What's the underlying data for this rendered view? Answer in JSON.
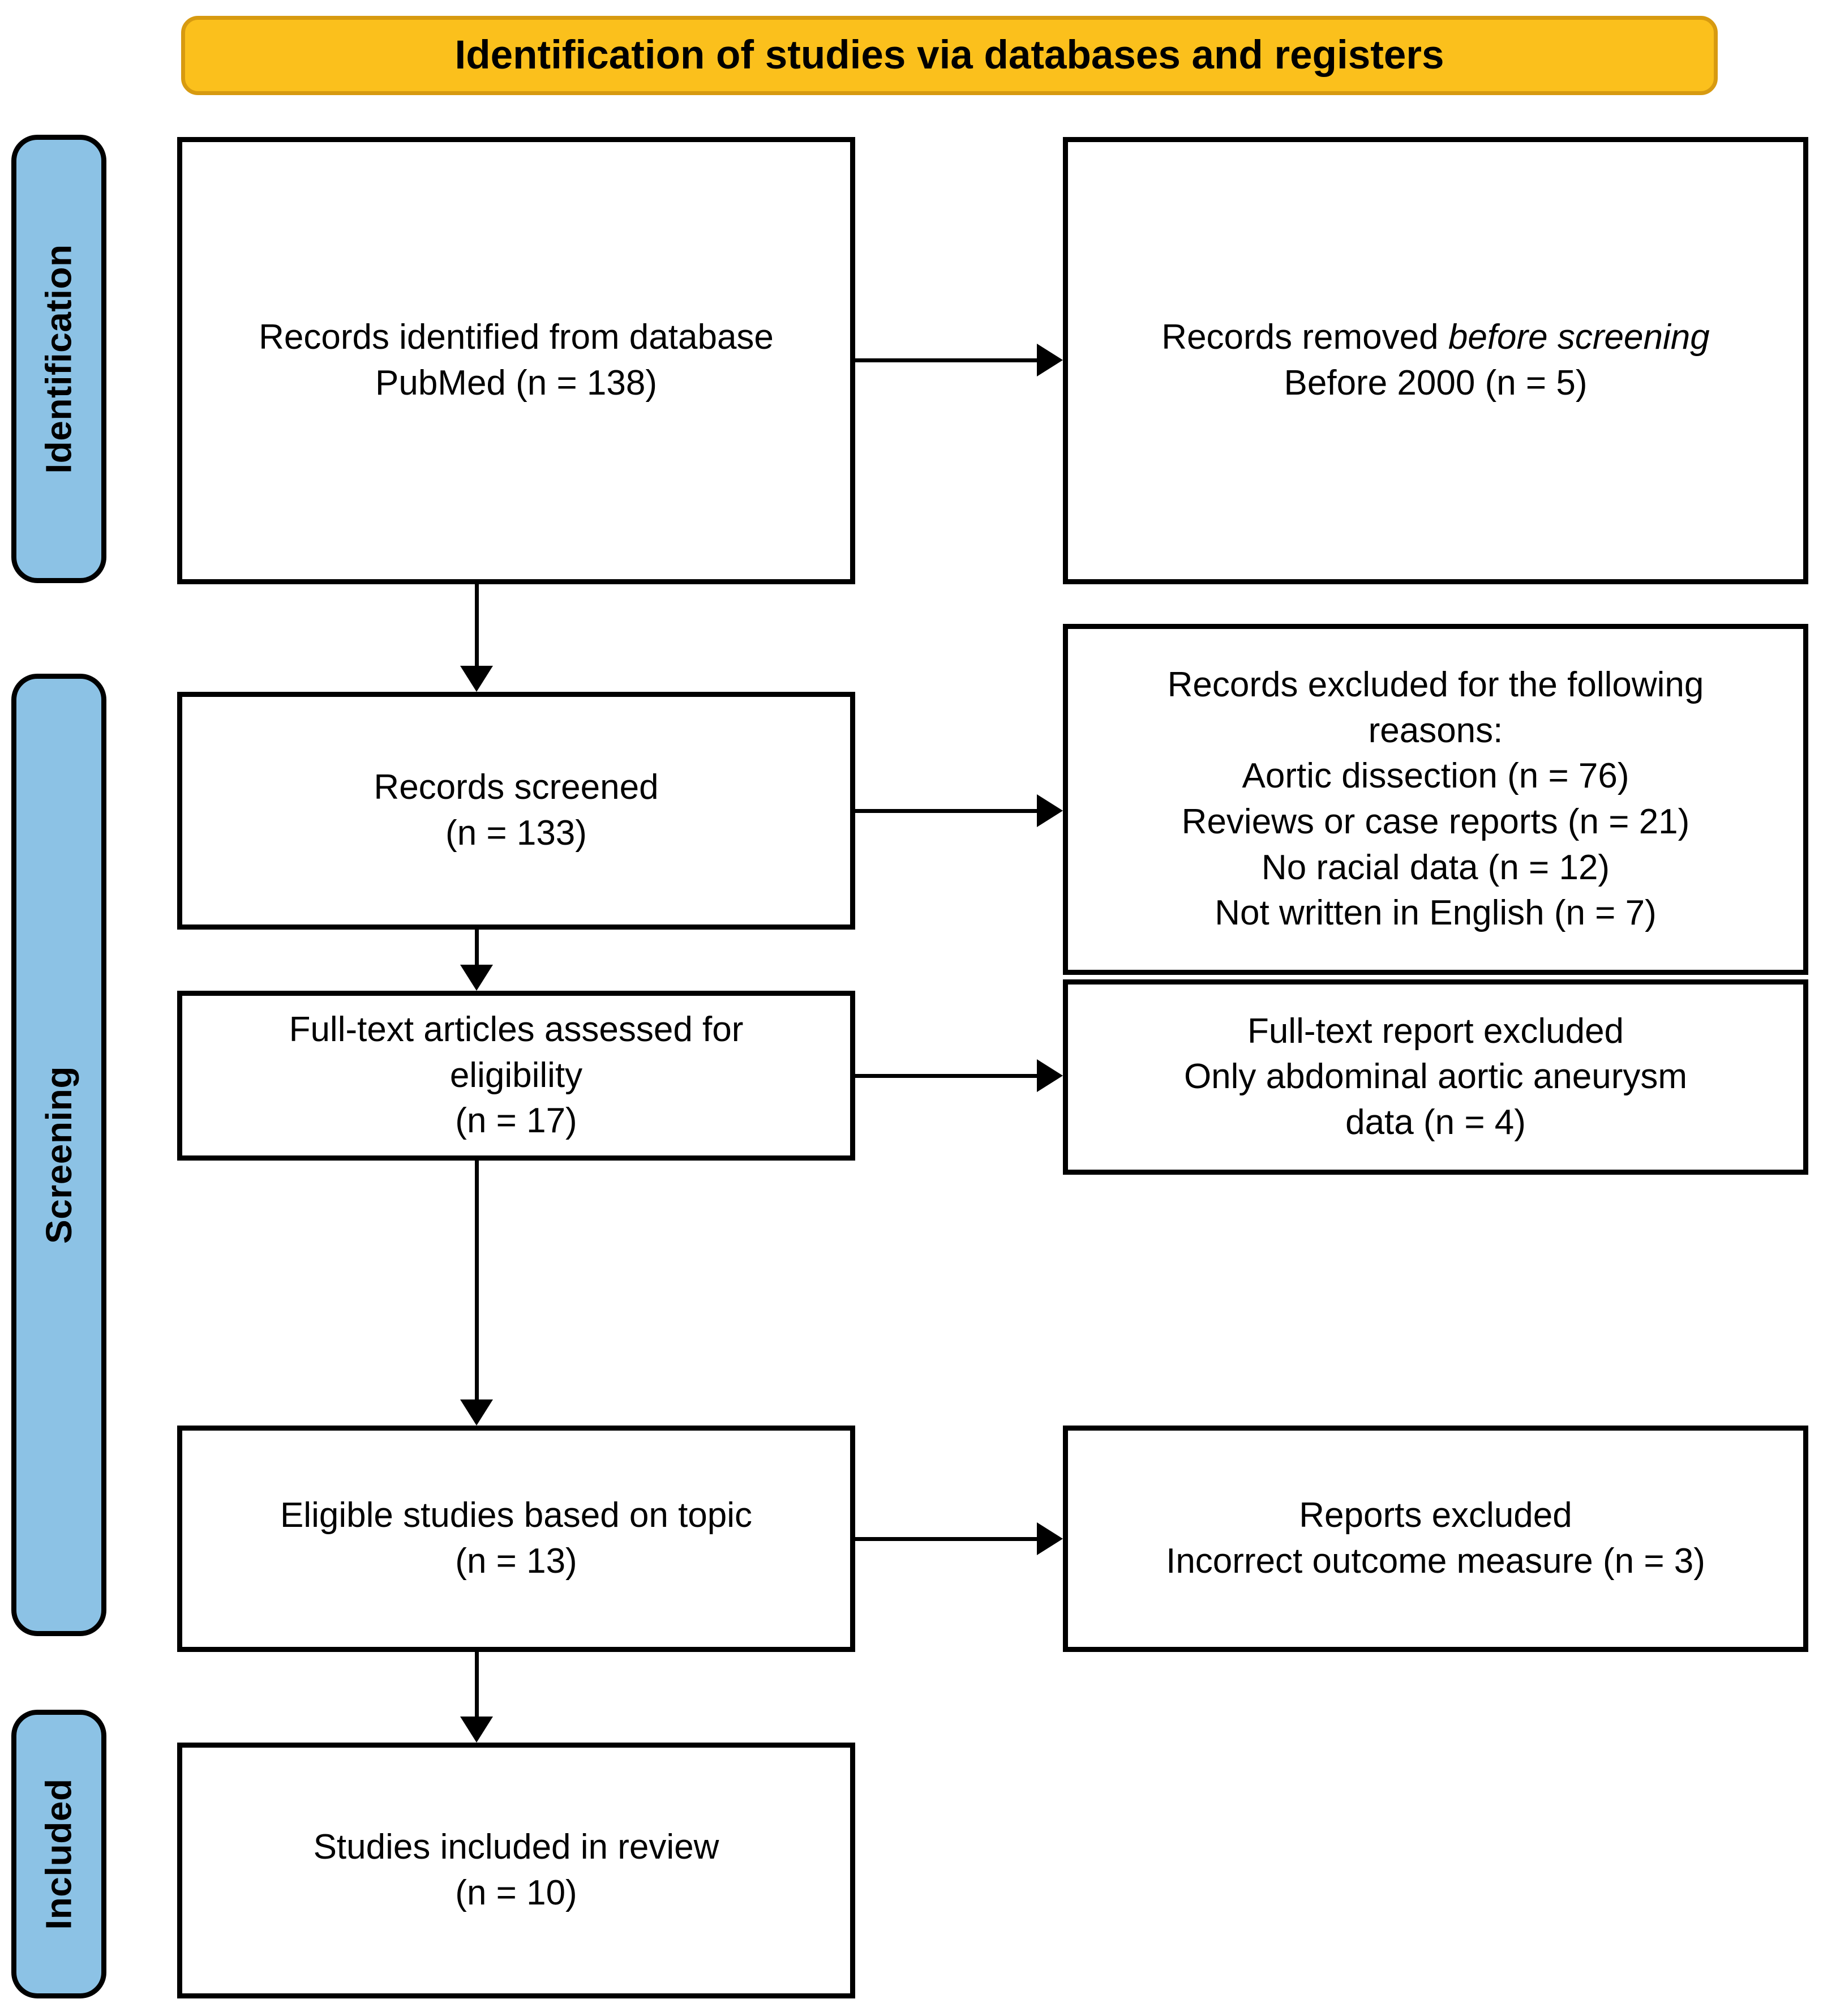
{
  "diagram": {
    "type": "prisma-flow-diagram",
    "title": "Identification of studies via databases and registers",
    "colors": {
      "banner_fill": "#FBC01C",
      "banner_border": "#D79A10",
      "stage_pill_fill": "#8CC2E5",
      "box_border": "#000000",
      "box_fill": "#FFFFFF",
      "text": "#000000"
    }
  },
  "stages": [
    {
      "id": "identification",
      "label": "Identification"
    },
    {
      "id": "screening",
      "label": "Screening"
    },
    {
      "id": "included",
      "label": "Included"
    }
  ],
  "boxes": {
    "records_identified": {
      "lines": [
        "Records identified from database",
        "PubMed (n = 138)"
      ],
      "count": 138,
      "source": "PubMed"
    },
    "records_removed": {
      "lines_prefix": "Records removed ",
      "lines_emphasis": "before screening",
      "lines_rest": [
        "Before 2000 (n = 5)"
      ],
      "count": 5
    },
    "records_screened": {
      "lines": [
        "Records screened",
        "(n = 133)"
      ],
      "count": 133
    },
    "records_excluded": {
      "lines": [
        "Records excluded for the following",
        "reasons:",
        "Aortic dissection (n = 76)",
        "Reviews or case reports (n = 21)",
        "No racial data (n = 12)",
        "Not written in English (n = 7)"
      ],
      "reasons": [
        {
          "reason": "Aortic dissection",
          "n": 76
        },
        {
          "reason": "Reviews or case reports",
          "n": 21
        },
        {
          "reason": "No racial data",
          "n": 12
        },
        {
          "reason": "Not written in English",
          "n": 7
        }
      ]
    },
    "full_text_assessed": {
      "lines": [
        "Full-text articles assessed for",
        "eligibility",
        "(n = 17)"
      ],
      "count": 17
    },
    "full_text_excluded": {
      "lines": [
        "Full-text report excluded",
        "Only abdominal aortic aneurysm",
        "data (n = 4)"
      ],
      "count": 4
    },
    "eligible_studies": {
      "lines": [
        "Eligible studies based on topic",
        "(n = 13)"
      ],
      "count": 13
    },
    "reports_excluded": {
      "lines": [
        "Reports excluded",
        "Incorrect outcome measure (n = 3)"
      ],
      "count": 3
    },
    "studies_included": {
      "lines": [
        "Studies included in review",
        "(n = 10)"
      ],
      "count": 10
    }
  }
}
